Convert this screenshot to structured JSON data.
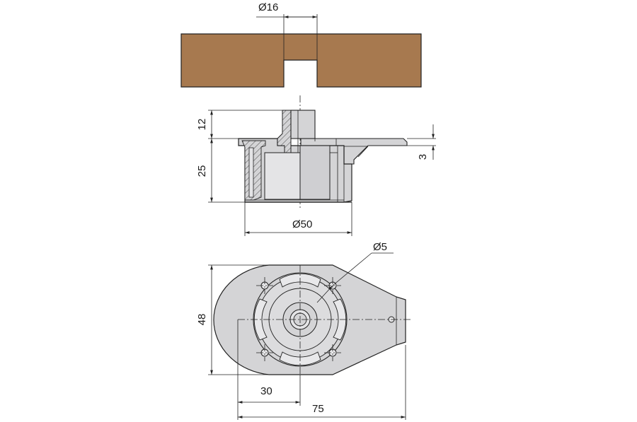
{
  "colors": {
    "wood": "#a7794f",
    "part_fill": "#d4d4d6",
    "part_fill_light": "#e4e4e6",
    "part_fill_dark": "#bdbdc0",
    "line": "#222222"
  },
  "dimensions": {
    "bore_diameter": "Ø16",
    "top_height": "12",
    "body_height": "25",
    "flange_thickness": "3",
    "body_diameter": "Ø50",
    "hole_diameter": "Ø5",
    "width": "48",
    "center_offset": "30",
    "length": "75"
  }
}
